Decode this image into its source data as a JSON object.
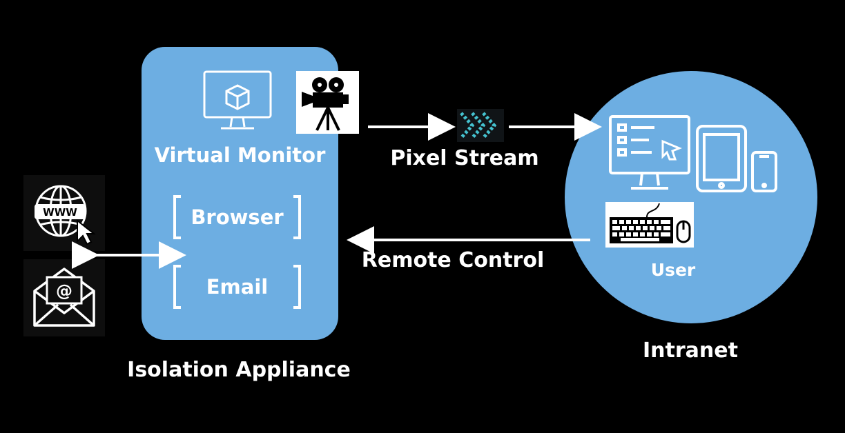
{
  "diagram": {
    "appliance": {
      "title": "Isolation Appliance",
      "virtual_monitor_label": "Virtual Monitor",
      "browser_label": "Browser",
      "email_label": "Email"
    },
    "connections": {
      "pixel_stream_label": "Pixel Stream",
      "remote_control_label": "Remote Control"
    },
    "intranet": {
      "title": "Intranet",
      "user_label": "User"
    },
    "external_icons": [
      "www-globe-icon",
      "email-envelope-icon"
    ],
    "icons": [
      "monitor-cube-icon",
      "video-camera-icon",
      "chevron-stream-icon",
      "desktop-icon",
      "tablet-icon",
      "phone-icon",
      "keyboard-mouse-icon"
    ],
    "colors": {
      "background": "#000000",
      "panel": "#6daee2",
      "text": "#ffffff",
      "arrow": "#ffffff",
      "chevron": "#45c2cf"
    }
  }
}
